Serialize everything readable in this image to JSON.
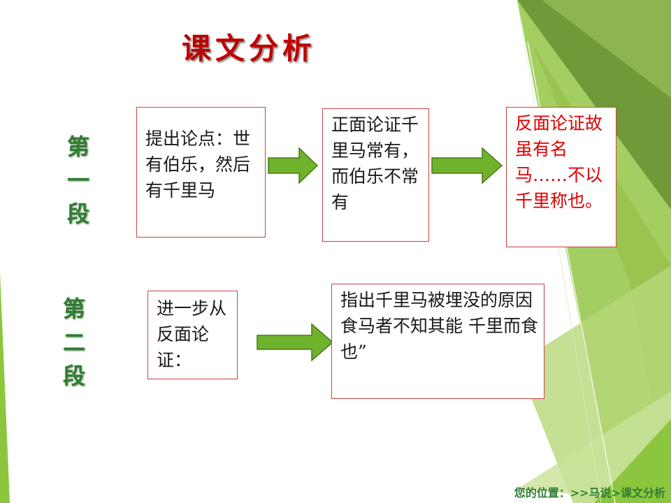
{
  "title": "课文分析",
  "sections": [
    {
      "label": "第一段"
    },
    {
      "label": "第二段"
    }
  ],
  "boxes": {
    "p1_claim": "提出论点：世有伯乐，然后有千里马",
    "p1_positive": "正面论证千里马常有，而伯乐不常有",
    "p1_negative": "反面论证故虽有名马……不以千里称也。",
    "p2_step": "进一步从反面论证：",
    "p2_reason": "指出千里马被埋没的原因食马者不知其能  千里而食也”"
  },
  "footer": "您的位置：>>马说>课文分析",
  "colors": {
    "title": "#c00000",
    "section_label": "#2e7d32",
    "arrow_fill": "#6fb22c",
    "box_border": "#d04040",
    "negative_text": "#e00000"
  }
}
